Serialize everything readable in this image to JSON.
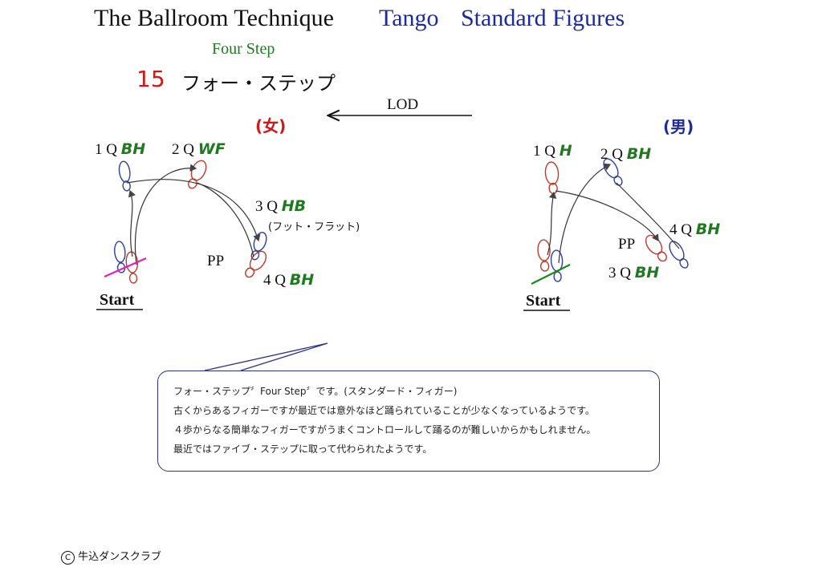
{
  "header": {
    "title": "The Ballroom Technique",
    "dance": "Tango",
    "category": "Standard Figures",
    "figure_en": "Four Step",
    "figure_no": "15",
    "figure_jp": "フォー・ステップ"
  },
  "lod_label": "LOD",
  "lady": {
    "label": "(女)",
    "steps": [
      {
        "num": "1",
        "tempo": "Q",
        "action": "BH"
      },
      {
        "num": "2",
        "tempo": "Q",
        "action": "WF"
      },
      {
        "num": "3",
        "tempo": "Q",
        "action": "HB"
      },
      {
        "num": "4",
        "tempo": "Q",
        "action": "BH"
      }
    ],
    "note": "(フット・フラット)",
    "pp": "PP",
    "start": "Start"
  },
  "man": {
    "label": "(男)",
    "steps": [
      {
        "num": "1",
        "tempo": "Q",
        "action": "H"
      },
      {
        "num": "2",
        "tempo": "Q",
        "action": "BH"
      },
      {
        "num": "3",
        "tempo": "Q",
        "action": "BH"
      },
      {
        "num": "4",
        "tempo": "Q",
        "action": "BH"
      }
    ],
    "pp": "PP",
    "start": "Start"
  },
  "description": [
    "フォー・ステップ〞Four Step〞です。(スタンダード・フィガー)",
    "古くからあるフィガーですが最近では意外なほど踊られていることが少なくなっているようです。",
    "４歩からなる簡単なフィガーですがうまくコントロールして踊るのが難しいからかもしれません。",
    "最近ではファイブ・ステップに取って代わられたようです。"
  ],
  "copyright": "牛込ダンスクラブ",
  "colors": {
    "title_blue": "#1d2a9e",
    "green": "#1f7a1f",
    "red": "#d01818",
    "foot_red": "#c0392b",
    "foot_blue": "#2b3fa0",
    "magenta": "#e020c0",
    "line_green": "#1a8a1a"
  }
}
